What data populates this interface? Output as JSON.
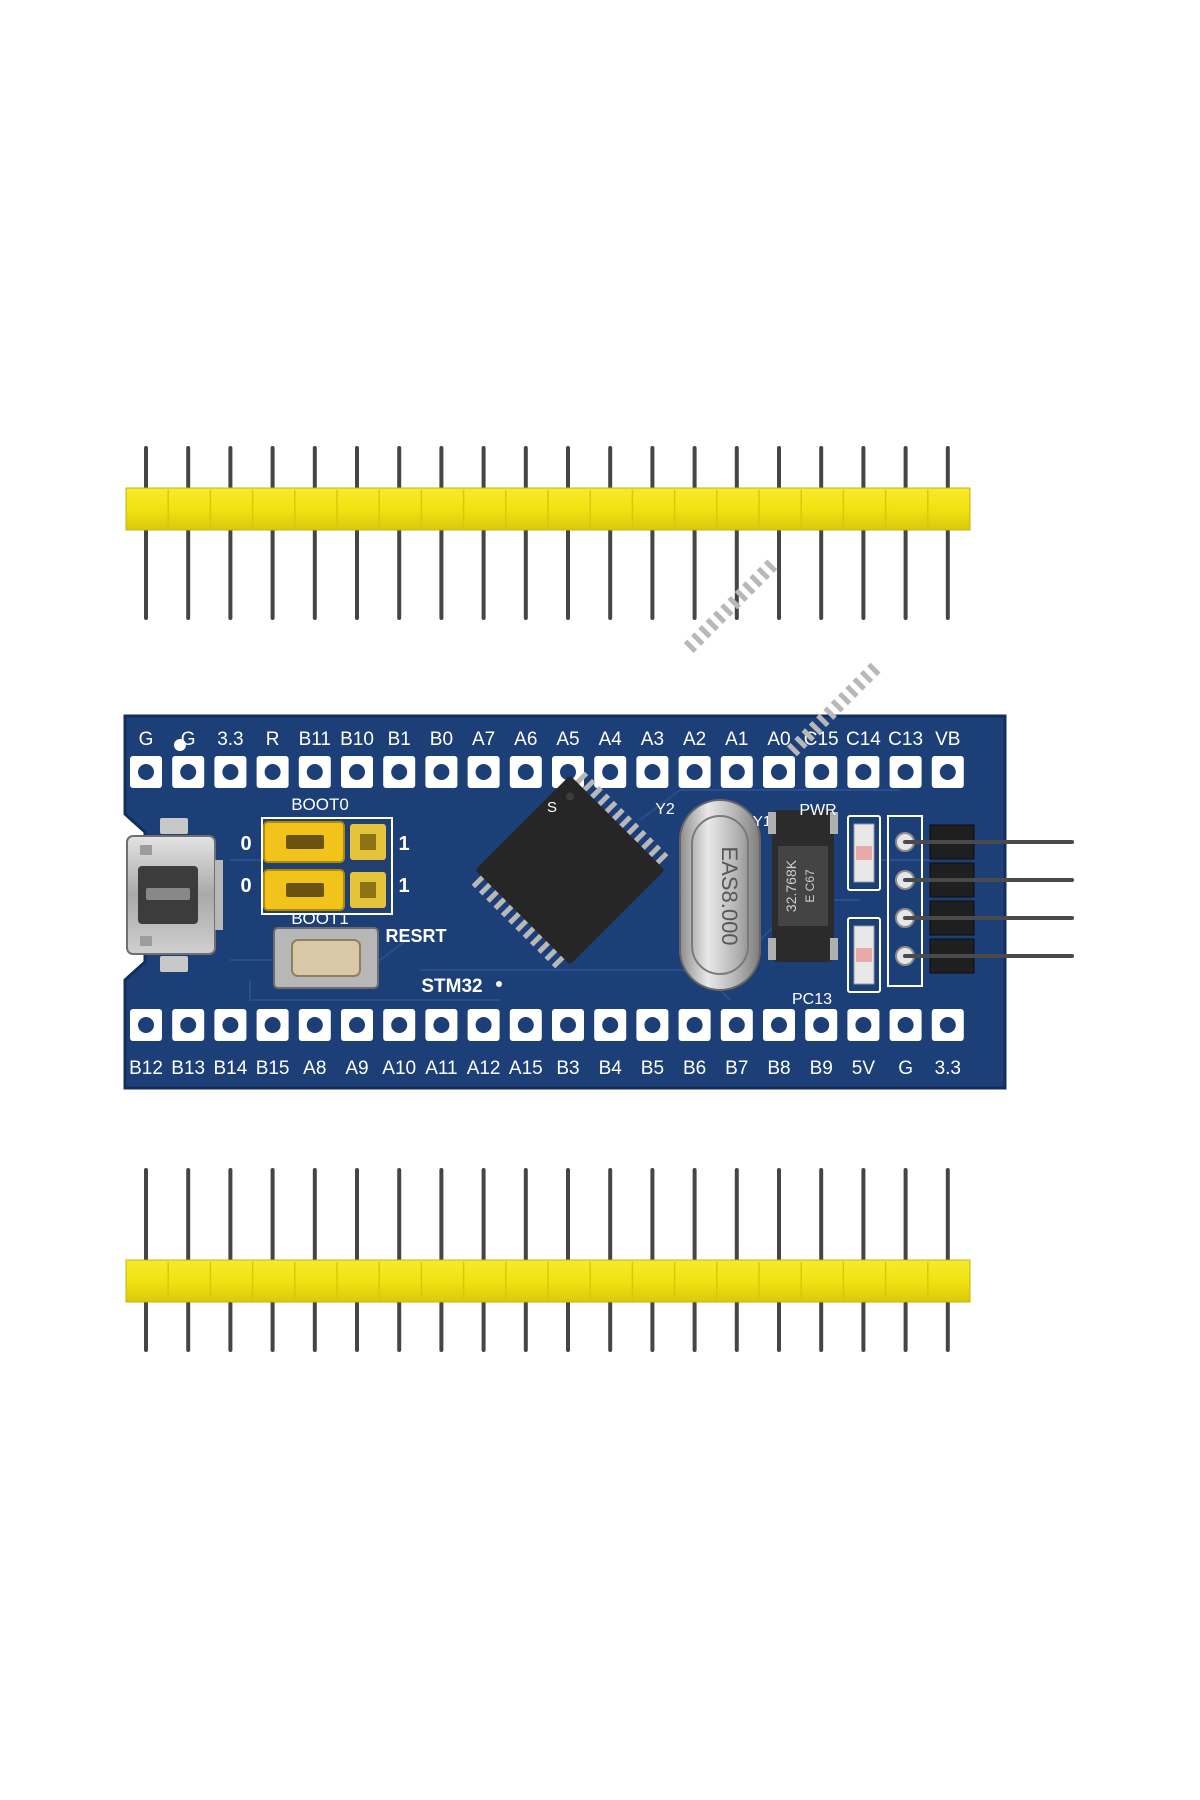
{
  "board": {
    "top_labels": [
      "G",
      "G",
      "3.3",
      "R",
      "B11",
      "B10",
      "B1",
      "B0",
      "A7",
      "A6",
      "A5",
      "A4",
      "A3",
      "A2",
      "A1",
      "A0",
      "C15",
      "C14",
      "C13",
      "VB"
    ],
    "bottom_labels": [
      "B12",
      "B13",
      "B14",
      "B15",
      "A8",
      "A9",
      "A10",
      "A11",
      "A12",
      "A15",
      "B3",
      "B4",
      "B5",
      "B6",
      "B7",
      "B8",
      "B9",
      "5V",
      "G",
      "3.3"
    ],
    "boot0_label": "BOOT0",
    "boot1_label": "BOOT1",
    "jumper_zero_top": "0",
    "jumper_zero_bottom": "0",
    "jumper_one_top": "1",
    "jumper_one_bottom": "1",
    "reset_label": "RESRT",
    "mcu_label": "STM32",
    "mcu_pin1_mark": "S",
    "crystal_main_ref": "Y2",
    "crystal_main_marking": "EAS8.000",
    "crystal_rtc_ref": "Y1",
    "crystal_rtc_marking_1": "32.768K",
    "crystal_rtc_marking_2": "E C67",
    "pwr_led_label": "PWR",
    "pc13_led_label": "PC13"
  },
  "colors": {
    "pcb": "#1c3f78",
    "silkscreen": "#ffffff",
    "header_plastic": "#f2e212",
    "jumper_caps": "#f2c31a",
    "pins": "#454545"
  }
}
